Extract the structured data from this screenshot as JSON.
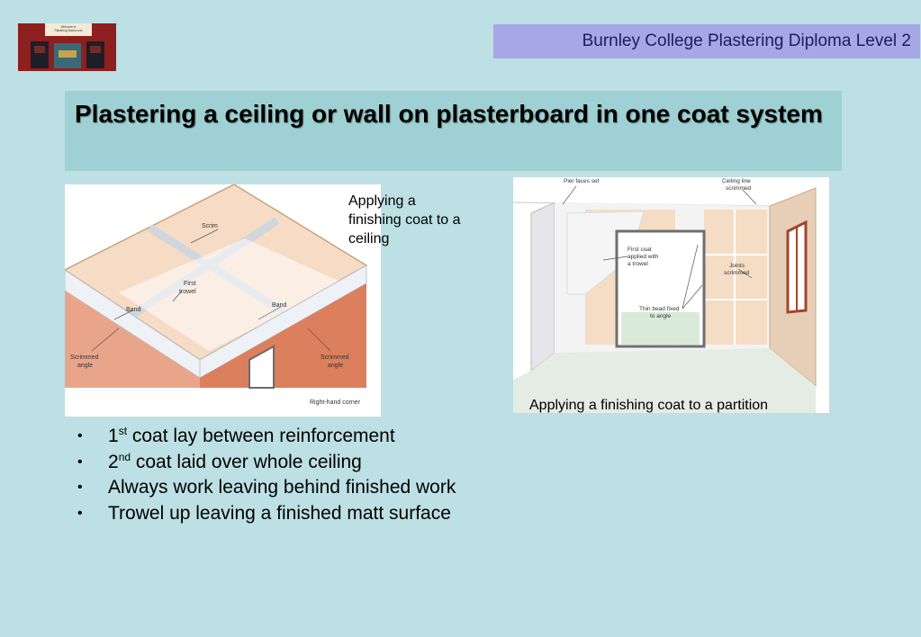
{
  "logo": {
    "sign_line1": "Welcome to",
    "sign_line2": "Plastering Books.com"
  },
  "header": {
    "course_title": "Burnley College Plastering Diploma Level 2"
  },
  "slide": {
    "title": "Plastering a ceiling or wall on plasterboard in one coat system"
  },
  "figure_left": {
    "caption": "Applying a finishing coat to a ceiling",
    "labels": {
      "scrim": "Scrim",
      "first_trowel_1": "First",
      "first_trowel_2": "trowel",
      "band_left": "Band",
      "band_right": "Band",
      "scrimmed_left_1": "Scrimmed",
      "scrimmed_left_2": "angle",
      "scrimmed_right_1": "Scrimmed",
      "scrimmed_right_2": "angle",
      "corner": "Right-hand corner"
    }
  },
  "figure_right": {
    "caption": "Applying a finishing coat to a partition",
    "labels": {
      "pier_faces": "Pier faces set",
      "ceiling_line_1": "Ceiling line",
      "ceiling_line_2": "scrimmed",
      "first_coat_1": "First coat",
      "first_coat_2": "applied with",
      "first_coat_3": "a trowel",
      "joints_1": "Joints",
      "joints_2": "scrimmed",
      "thin_bead_1": "Thin bead fixed",
      "thin_bead_2": "to angle"
    }
  },
  "bullets": [
    {
      "pre": "1",
      "sup": "st",
      "text": " coat lay between reinforcement"
    },
    {
      "pre": "2",
      "sup": "nd",
      "text": " coat laid over whole ceiling"
    },
    {
      "pre": "",
      "sup": "",
      "text": "Always work leaving behind finished work"
    },
    {
      "pre": "",
      "sup": "",
      "text": "Trowel up leaving a finished matt surface"
    }
  ],
  "bullet_glyph": "•",
  "colors": {
    "background": "#bce0e3",
    "header_box": "#a7a7e6",
    "title_box": "#9fd1d4",
    "plasterboard": "#f6dcc5",
    "brick_wall": "#dc7f5c"
  }
}
